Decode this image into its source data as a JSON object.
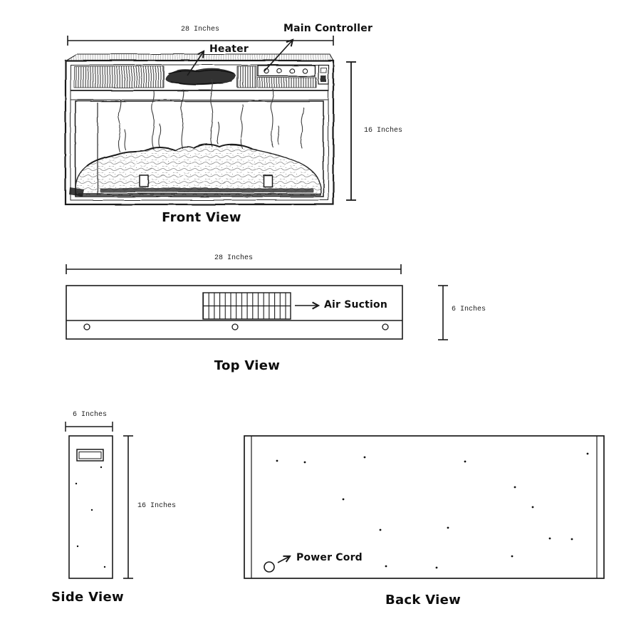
{
  "page": {
    "background": "#ffffff"
  },
  "colors": {
    "ink": "#1a1a1a",
    "sketch": "#2b2b2b"
  },
  "front_view": {
    "title": "Front View",
    "width_dimension": "28 Inches",
    "height_dimension": "16 Inches",
    "heater_label": "Heater",
    "main_controller_label": "Main Controller"
  },
  "top_view": {
    "title": "Top View",
    "width_dimension": "28 Inches",
    "height_dimension": "6 Inches",
    "air_suction_label": "Air Suction"
  },
  "side_view": {
    "title": "Side View",
    "width_dimension": "6 Inches",
    "height_dimension": "16 Inches"
  },
  "back_view": {
    "title": "Back View",
    "power_cord_label": "Power Cord"
  }
}
